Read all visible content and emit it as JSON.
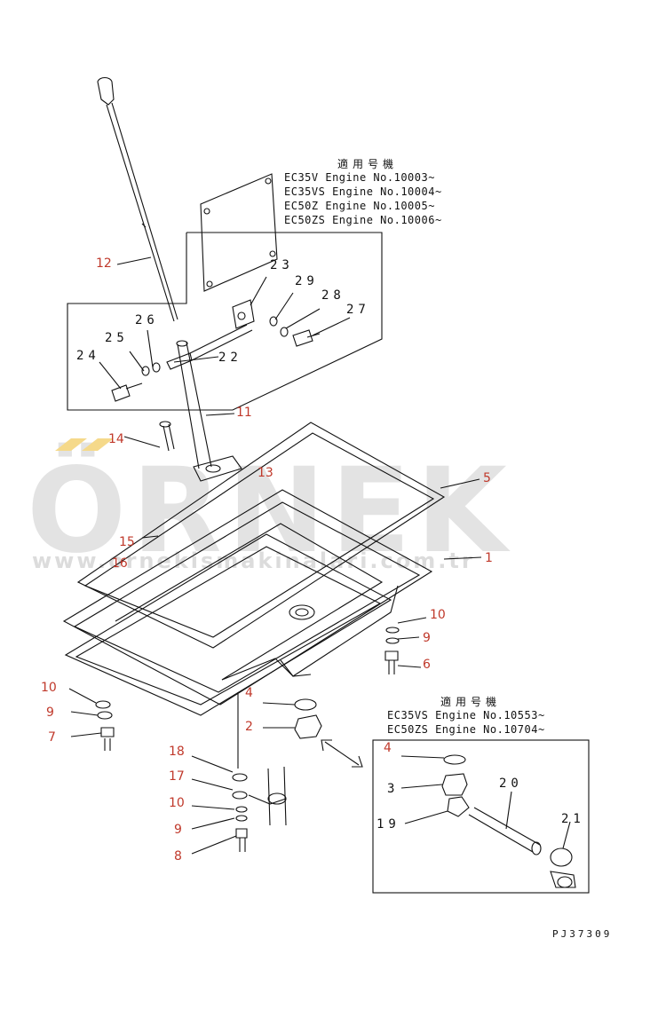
{
  "watermark": {
    "word": "ÖRNEK",
    "url": "www.ornekismakinalari.com.tr"
  },
  "applicability_top": {
    "heading": "適用号機",
    "lines": [
      "EC35V  Engine No.10003~",
      "EC35VS Engine No.10004~",
      "EC50Z  Engine No.10005~",
      "EC50ZS Engine No.10006~"
    ]
  },
  "applicability_bottom": {
    "heading": "適用号機",
    "lines": [
      "EC35VS Engine No.10553~",
      "EC50ZS Engine No.10704~"
    ]
  },
  "callouts": {
    "c1": "1",
    "c2": "2",
    "c3": "3",
    "c4a": "4",
    "c4b": "4",
    "c5": "5",
    "c6": "6",
    "c7": "7",
    "c8": "8",
    "c9a": "9",
    "c9b": "9",
    "c9c": "9",
    "c10a": "10",
    "c10b": "10",
    "c10c": "10",
    "c11": "11",
    "c12": "12",
    "c13": "13",
    "c14": "14",
    "c15": "15",
    "c16": "16",
    "c17": "17",
    "c18": "18",
    "c19": "19",
    "c20": "20",
    "c21": "21",
    "c22": "22",
    "c23": "23",
    "c24": "24",
    "c25": "25",
    "c26": "26",
    "c27": "27",
    "c28": "28",
    "c29": "29"
  },
  "drawing_code": "PJ37309",
  "colors": {
    "callout": "#c0392b",
    "line": "#111111",
    "watermark": "#e3e3e3",
    "watermark_accent": "#f5d98a"
  }
}
